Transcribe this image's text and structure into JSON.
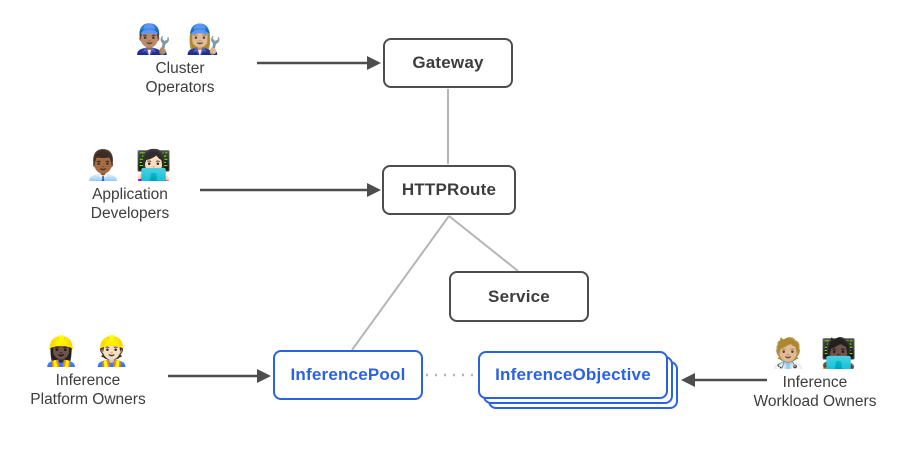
{
  "theme": {
    "accent-blue": "#2b62e2",
    "box-border": "#4d4d4d",
    "box-text": "#3d3d3d",
    "connector": "#b5b5b5",
    "arrow": "#4d4d4d",
    "label-text": "#3d3d3d",
    "bg": "#ffffff"
  },
  "nodes": {
    "gateway": {
      "label": "Gateway"
    },
    "httproute": {
      "label": "HTTPRoute"
    },
    "service": {
      "label": "Service"
    },
    "inference_pool": {
      "label": "InferencePool"
    },
    "inference_objective": {
      "label": "InferenceObjective"
    }
  },
  "personas": {
    "cluster_operators": {
      "emoji": "👨🏽‍🔧 👩🏼‍🔧",
      "line1": "Cluster",
      "line2": "Operators"
    },
    "application_developers": {
      "emoji": "👨🏾‍💼 👩🏻‍💻",
      "line1": "Application",
      "line2": "Developers"
    },
    "inference_platform_owners": {
      "emoji": "👷🏿‍♀️ 👷🏻",
      "line1": "Inference",
      "line2": "Platform Owners"
    },
    "inference_workload_owners": {
      "emoji": "🧑🏼‍⚕️ 🧑🏿‍💻",
      "line1": "Inference",
      "line2": "Workload Owners"
    }
  },
  "edges": [
    {
      "from": "Cluster Operators",
      "to": "Gateway",
      "style": "solid-arrow"
    },
    {
      "from": "Application Developers",
      "to": "HTTPRoute",
      "style": "solid-arrow"
    },
    {
      "from": "Inference Platform Owners",
      "to": "InferencePool",
      "style": "solid-arrow"
    },
    {
      "from": "Inference Workload Owners",
      "to": "InferenceObjective",
      "style": "solid-arrow"
    },
    {
      "from": "Gateway",
      "to": "HTTPRoute",
      "style": "line"
    },
    {
      "from": "HTTPRoute",
      "to": "Service",
      "style": "line"
    },
    {
      "from": "HTTPRoute",
      "to": "InferencePool",
      "style": "line"
    },
    {
      "from": "InferencePool",
      "to": "InferenceObjective",
      "style": "dotted"
    }
  ]
}
